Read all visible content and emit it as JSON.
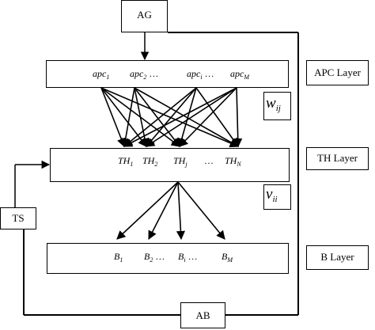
{
  "nodes": {
    "ag": "AG",
    "ts": "TS",
    "ab": "AB"
  },
  "layers": {
    "apc": "APC Layer",
    "th": "TH Layer",
    "b": "B Layer"
  },
  "apc_units": [
    {
      "base": "apc",
      "sub": "1"
    },
    {
      "base": "apc",
      "sub": "2",
      "suffix": " …"
    },
    {
      "base": "apc",
      "sub": "i",
      "suffix": " …"
    },
    {
      "base": "apc",
      "sub": "M"
    }
  ],
  "th_units": [
    {
      "base": "TH",
      "sub": "1"
    },
    {
      "base": "TH",
      "sub": "2"
    },
    {
      "base": "TH",
      "sub": "j"
    },
    {
      "base": "…",
      "sub": ""
    },
    {
      "base": "TH",
      "sub": "N"
    }
  ],
  "b_units": [
    {
      "base": "B",
      "sub": "1"
    },
    {
      "base": "B",
      "sub": "2",
      "suffix": " …"
    },
    {
      "base": "B",
      "sub": "i",
      "suffix": " …"
    },
    {
      "base": "B",
      "sub": "M"
    }
  ],
  "weights": {
    "w": {
      "base": "w",
      "sub": "ij"
    },
    "v": {
      "base": "v",
      "sub": "ii"
    }
  }
}
